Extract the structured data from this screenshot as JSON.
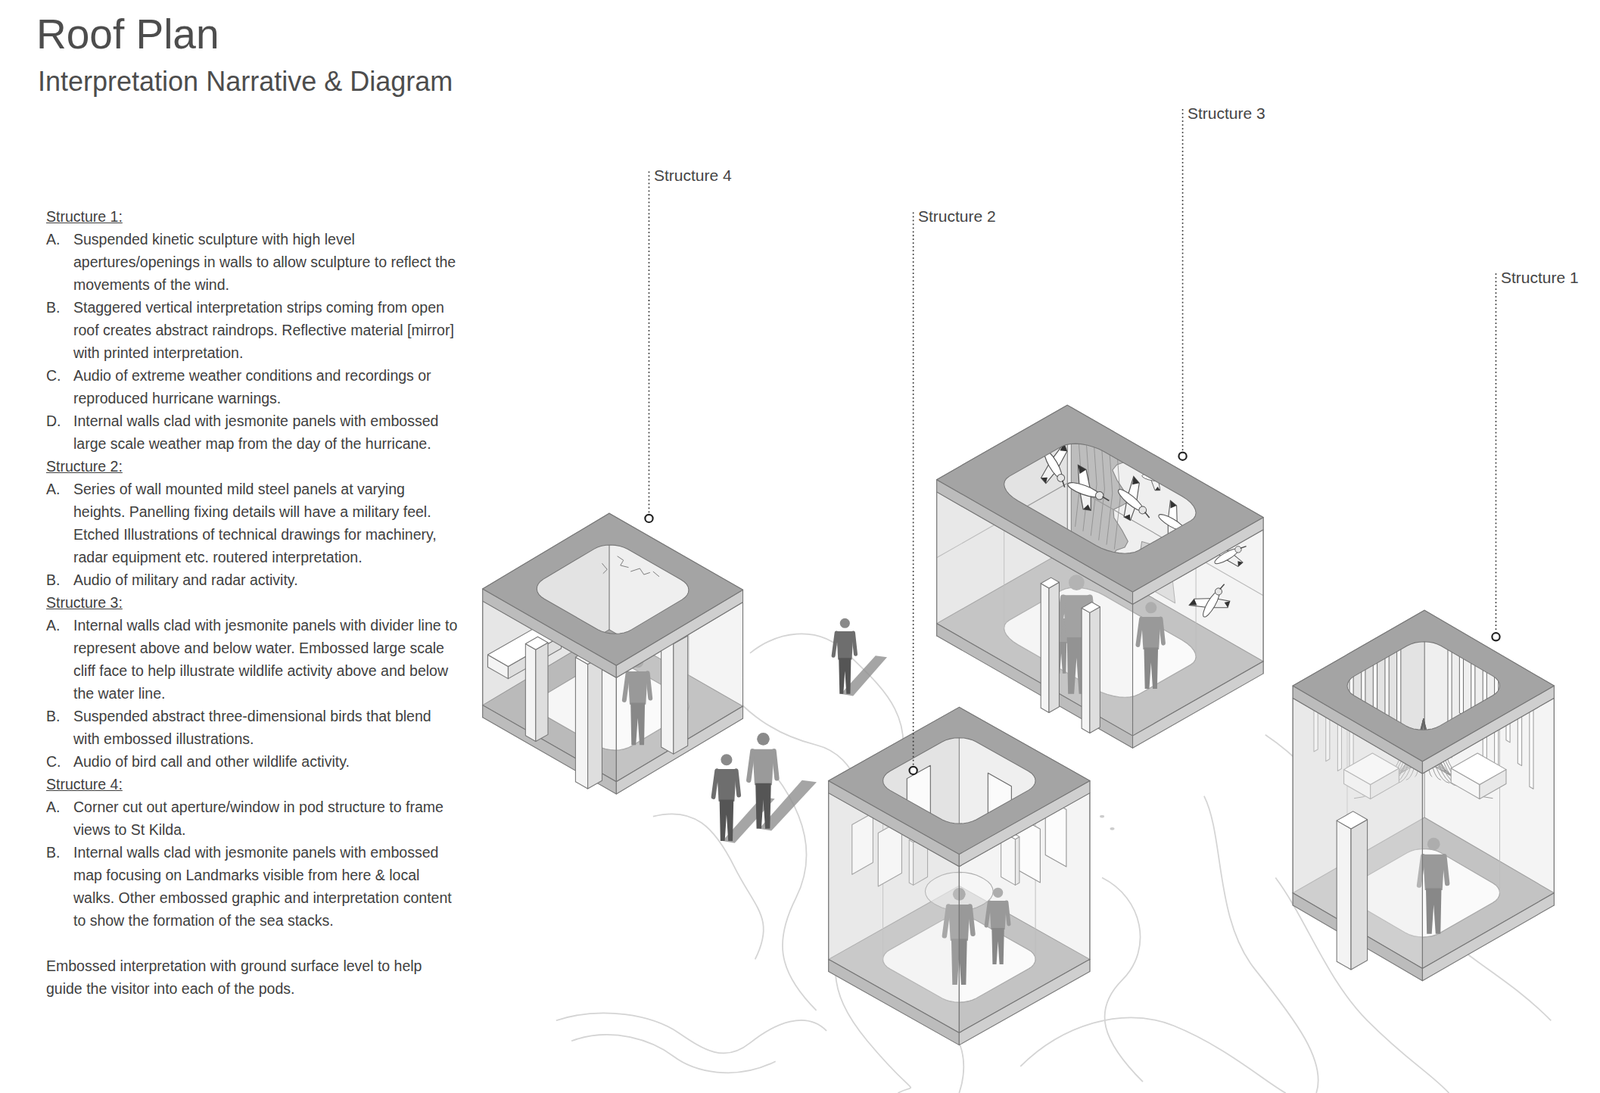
{
  "diagram": {
    "title": "Roof Plan",
    "labels": [
      "Interpretation Narrative & Diagram",
      "Structure 1:",
      "A.",
      "Suspended kinetic sculpture with high level apertures/openings in walls to allow sculpture to reflect the movements of the wind.",
      "B.",
      "Staggered vertical interpretation strips coming from open roof creates abstract raindrops. Reflective material [mirror] with printed interpretation.",
      "C.",
      "Audio of extreme weather conditions and recordings or reproduced hurricane warnings.",
      "D.",
      "Internal walls clad with jesmonite panels with embossed large scale weather map from the day of the hurricane.",
      "Structure 2:",
      "A.",
      "Series of wall mounted mild steel panels at varying heights. Panelling fixing details will have a military feel. Etched Illustrations of technical drawings for machinery, radar equipment etc. routered interpretation.",
      "B.",
      "Audio of military and radar activity.",
      "Structure 3:",
      "A.",
      "Internal walls clad with jesmonite panels with divider line to represent above and below water. Embossed large scale cliff face to help illustrate wildlife activity above and below the water line.",
      "B.",
      "Suspended abstract three-dimensional birds that blend with embossed illustrations.",
      "C.",
      "Audio of bird call and other wildlife activity.",
      "Structure 4:",
      "A.",
      "Corner cut out aperture/window in pod structure to frame views to St Kilda.",
      "B.",
      "Internal walls clad with jesmonite panels with embossed map focusing on Landmarks visible from here & local walks. Other embossed graphic and interpretation content to show the formation of the sea stacks.",
      "Embossed interpretation with ground surface level to help guide the visitor into each of the pods.",
      "Structure 4",
      "Structure 2",
      "Structure 3",
      "Structure 1"
    ]
  }
}
